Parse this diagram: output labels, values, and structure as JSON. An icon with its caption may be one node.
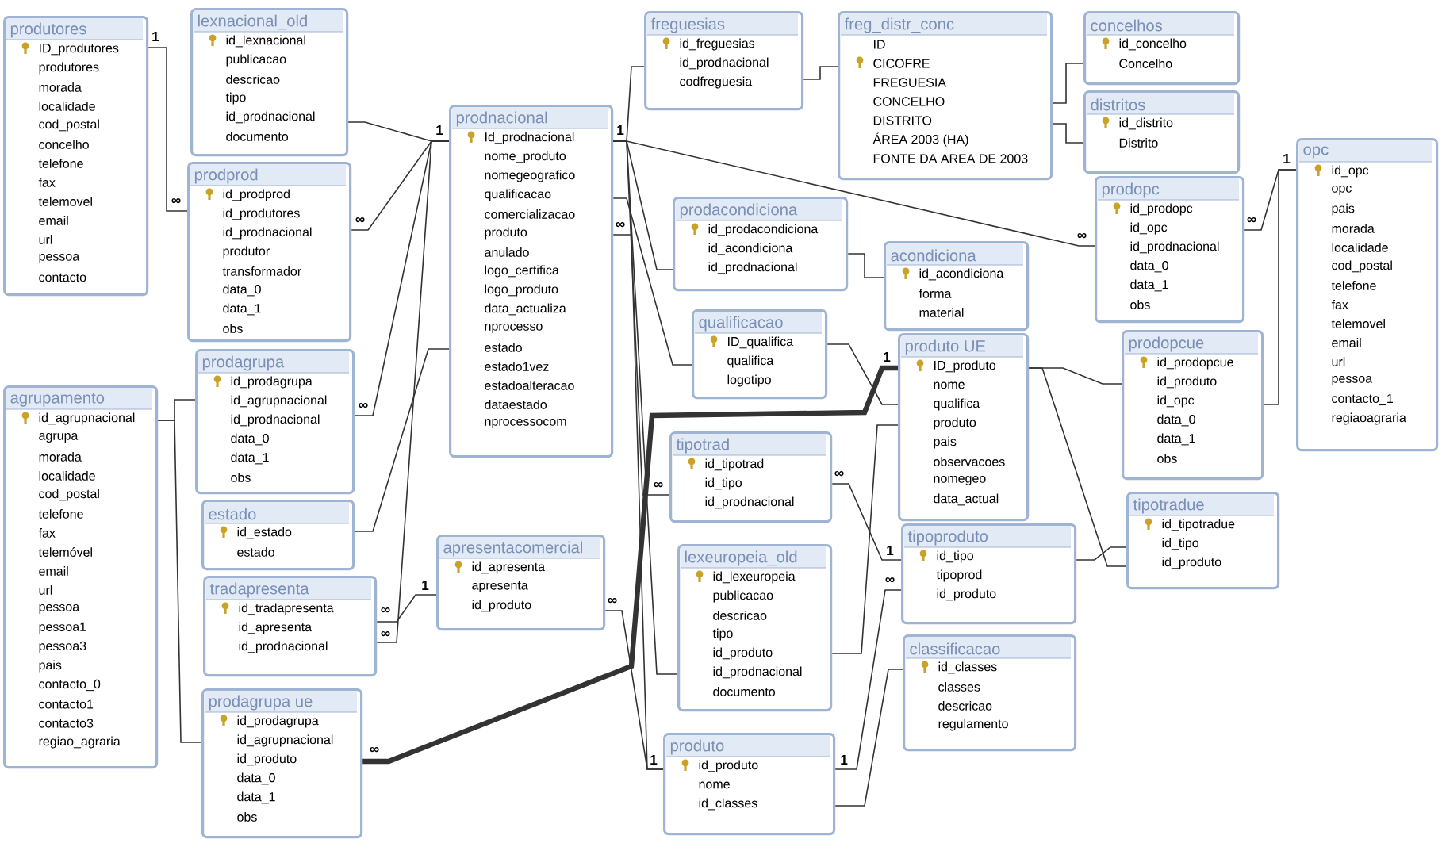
{
  "diagram": {
    "nodes": [
      {
        "text": [
          "produtores",
          "ID_produtores",
          "produtores",
          "morada",
          "localidade",
          "cod_postal",
          "concelho",
          "telefone",
          "fax",
          "telemovel",
          "email",
          "url",
          "pessoa",
          "contacto"
        ]
      },
      {
        "text": [
          "lexnacional_old",
          "id_lexnacional",
          "publicacao",
          "descricao",
          "tipo",
          "id_prodnacional",
          "documento"
        ]
      },
      {
        "text": [
          "prodprod",
          "id_prodprod",
          "id_produtores",
          "id_prodnacional",
          "produtor",
          "transformador",
          "data_0",
          "data_1",
          "obs"
        ]
      },
      {
        "text": [
          "agrupamento",
          "id_agrupnacional",
          "agrupa",
          "morada",
          "localidade",
          "cod_postal",
          "telefone",
          "fax",
          "telemóvel",
          "email",
          "url",
          "pessoa",
          "pessoa1",
          "pessoa3",
          "pais",
          "contacto_0",
          "contacto1",
          "contacto3",
          "regiao_agraria"
        ]
      },
      {
        "text": [
          "prodagrupa",
          "id_prodagrupa",
          "id_agrupnacional",
          "id_prodnacional",
          "data_0",
          "data_1",
          "obs"
        ]
      },
      {
        "text": [
          "estado",
          "id_estado",
          "estado"
        ]
      },
      {
        "text": [
          "tradapresenta",
          "id_tradapresenta",
          "id_apresenta",
          "id_prodnacional"
        ]
      },
      {
        "text": [
          "prodagrupa ue",
          "id_prodagrupa",
          "id_agrupnacional",
          "id_produto",
          "data_0",
          "data_1",
          "obs"
        ]
      },
      {
        "text": [
          "prodnacional",
          "Id_prodnacional",
          "nome_produto",
          "nomegeografico",
          "qualificacao",
          "comercializacao",
          "produto",
          "anulado",
          "logo_certifica",
          "logo_produto",
          "data_actualiza",
          "nprocesso",
          "estado",
          "estado1vez",
          "estadoalteracao",
          "dataestado",
          "nprocessocom"
        ]
      },
      {
        "text": [
          "apresentacomercial",
          "id_apresenta",
          "apresenta",
          "id_produto"
        ]
      },
      {
        "text": [
          "freguesias",
          "id_freguesias",
          "id_prodnacional",
          "codfreguesia"
        ]
      },
      {
        "text": [
          "freg_distr_conc",
          "ID",
          "CICOFRE",
          "FREGUESIA",
          "CONCELHO",
          "DISTRITO",
          "ÁREA 2003 (HA)",
          "FONTE DA AREA DE 2003"
        ]
      },
      {
        "text": [
          "concelhos",
          "id_concelho",
          "Concelho"
        ]
      },
      {
        "text": [
          "distritos",
          "id_distrito",
          "Distrito"
        ]
      },
      {
        "text": [
          "prodacondiciona",
          "id_prodacondiciona",
          "id_acondiciona",
          "id_prodnacional"
        ]
      },
      {
        "text": [
          "acondiciona",
          "id_acondiciona",
          "forma",
          "material"
        ]
      },
      {
        "text": [
          "prodopc",
          "id_prodopc",
          "id_opc",
          "id_prodnacional",
          "data_0",
          "data_1",
          "obs"
        ]
      },
      {
        "text": [
          "opc",
          "id_opc",
          "opc",
          "pais",
          "morada",
          "localidade",
          "cod_postal",
          "telefone",
          "fax",
          "telemovel",
          "email",
          "url",
          "pessoa",
          "contacto_1",
          "regiaoagraria"
        ]
      },
      {
        "text": [
          "qualificacao",
          "ID_qualifica",
          "qualifica",
          "logotipo"
        ]
      },
      {
        "text": [
          "produto UE",
          "ID_produto",
          "nome",
          "qualifica",
          "produto",
          "pais",
          "observacoes",
          "nomegeo",
          "data_actual"
        ]
      },
      {
        "text": [
          "prodopcue",
          "id_prodopcue",
          "id_produto",
          "id_opc",
          "data_0",
          "data_1",
          "obs"
        ]
      },
      {
        "text": [
          "tipotrad",
          "id_tipotrad",
          "id_tipo",
          "id_prodnacional"
        ]
      },
      {
        "text": [
          "tipoproduto",
          "id_tipo",
          "tipoprod",
          "id_produto"
        ]
      },
      {
        "text": [
          "tipotradue",
          "id_tipotradue",
          "id_tipo",
          "id_produto"
        ]
      },
      {
        "text": [
          "lexeuropeia_old",
          "id_lexeuropeia",
          "publicacao",
          "descricao",
          "tipo",
          "id_produto",
          "id_prodnacional",
          "documento"
        ]
      },
      {
        "text": [
          "classificacao",
          "id_classes",
          "classes",
          "descricao",
          "regulamento"
        ]
      },
      {
        "text": [
          "produto",
          "id_produto",
          "nome",
          "id_classes"
        ]
      }
    ],
    "edges": [
      {
        "from": 0,
        "to": 2,
        "arrow": "none"
      },
      {
        "from": 1,
        "to": 8,
        "arrow": "none"
      },
      {
        "from": 2,
        "to": 8,
        "arrow": "none"
      },
      {
        "from": 3,
        "to": 4,
        "arrow": "none"
      },
      {
        "from": 3,
        "to": 7,
        "arrow": "none"
      },
      {
        "from": 4,
        "to": 8,
        "arrow": "none"
      },
      {
        "from": 5,
        "to": 8,
        "arrow": "none"
      },
      {
        "from": 6,
        "to": 9,
        "arrow": "none"
      },
      {
        "from": 6,
        "to": 8,
        "arrow": "none"
      },
      {
        "from": 7,
        "to": 19,
        "arrow": "none",
        "style": "thick"
      },
      {
        "from": 8,
        "to": 16,
        "arrow": "none"
      },
      {
        "from": 8,
        "to": 10,
        "arrow": "none"
      },
      {
        "from": 8,
        "to": 14,
        "arrow": "none"
      },
      {
        "from": 8,
        "to": 18,
        "arrow": "none"
      },
      {
        "from": 8,
        "to": 21,
        "arrow": "none"
      },
      {
        "from": 8,
        "to": 24,
        "arrow": "none"
      },
      {
        "from": 26,
        "to": 8,
        "arrow": "none"
      },
      {
        "from": 26,
        "to": 9,
        "arrow": "none"
      },
      {
        "from": 10,
        "to": 11,
        "arrow": "none"
      },
      {
        "from": 11,
        "to": 12,
        "arrow": "none"
      },
      {
        "from": 11,
        "to": 13,
        "arrow": "none"
      },
      {
        "from": 14,
        "to": 15,
        "arrow": "none"
      },
      {
        "from": 16,
        "to": 17,
        "arrow": "none"
      },
      {
        "from": 20,
        "to": 17,
        "arrow": "none"
      },
      {
        "from": 18,
        "to": 19,
        "arrow": "none"
      },
      {
        "from": 19,
        "to": 20,
        "arrow": "none"
      },
      {
        "from": 19,
        "to": 23,
        "arrow": "none"
      },
      {
        "from": 22,
        "to": 23,
        "arrow": "none"
      },
      {
        "from": 21,
        "to": 22,
        "arrow": "none"
      },
      {
        "from": 24,
        "to": 19,
        "arrow": "none"
      },
      {
        "from": 26,
        "to": 22,
        "arrow": "none"
      },
      {
        "from": 26,
        "to": 25,
        "arrow": "none"
      }
    ],
    "labels": [
      "1",
      "∞",
      "∞",
      "1",
      "∞",
      "∞",
      "∞",
      "1",
      "∞",
      "1",
      "∞",
      "∞",
      "∞",
      "1",
      "1",
      "∞",
      "∞",
      "1",
      "∞",
      "∞",
      "1",
      "1"
    ]
  }
}
